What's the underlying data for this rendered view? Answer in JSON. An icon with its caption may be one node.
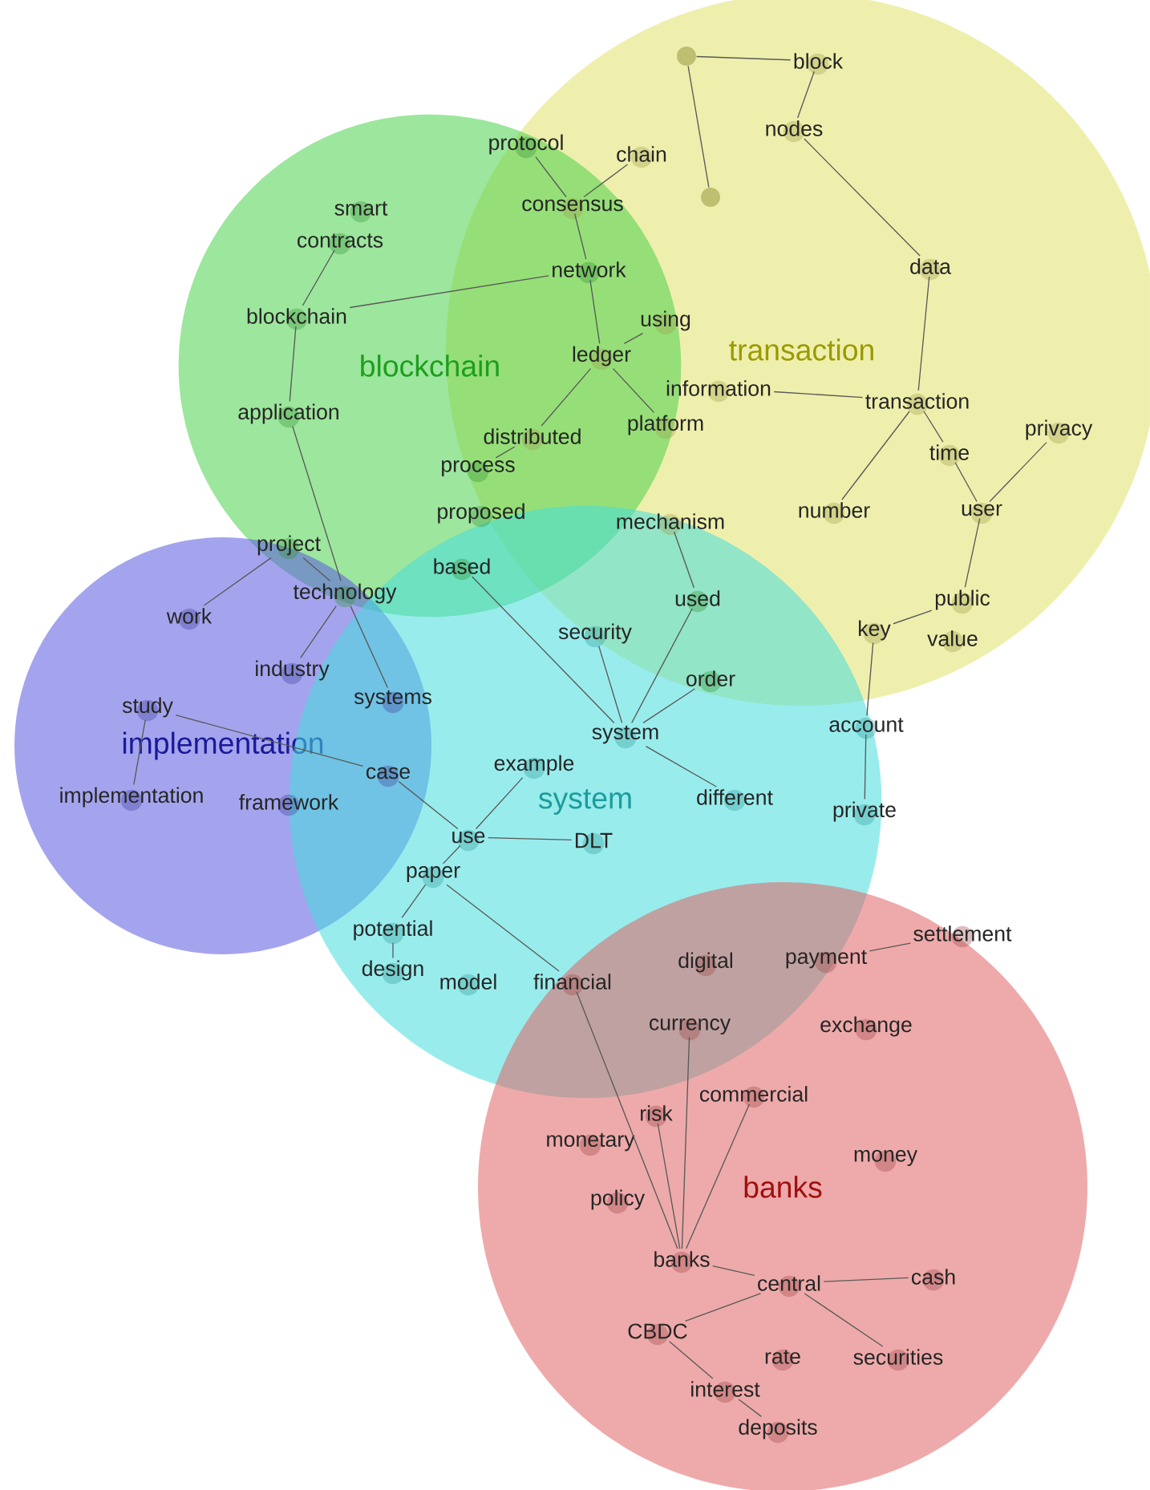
{
  "diagram": {
    "nodes": [
      {
        "text": [
          "blockchain"
        ]
      },
      {
        "text": [
          "transaction"
        ]
      },
      {
        "text": [
          "implementation"
        ]
      },
      {
        "text": [
          "system"
        ]
      },
      {
        "text": [
          "banks"
        ]
      },
      {
        "text": [
          "protocol"
        ]
      },
      {
        "text": [
          "smart"
        ],
        "in": 0
      },
      {
        "text": [
          "contracts"
        ],
        "in": 0
      },
      {
        "text": [
          "network"
        ]
      },
      {
        "text": [
          "blockchain"
        ],
        "in": 0
      },
      {
        "text": [
          "application"
        ],
        "in": 0
      },
      {
        "text": [
          "process"
        ]
      },
      {
        "text": [
          "proposed"
        ],
        "in": 0
      },
      {
        "text": [
          "project"
        ],
        "in": 0
      },
      {
        "text": [
          "technology"
        ]
      },
      {
        "text": [
          "based"
        ]
      },
      {
        "text": [
          "used"
        ]
      },
      {
        "text": [
          "order"
        ]
      },
      {
        "text": [],
        "shape": "circle",
        "in": 1
      },
      {
        "text": [
          "block"
        ],
        "in": 1
      },
      {
        "text": [
          "nodes"
        ],
        "in": 1
      },
      {
        "text": [
          "chain"
        ],
        "in": 1
      },
      {
        "text": [],
        "shape": "circle",
        "in": 1
      },
      {
        "text": [
          "consensus"
        ]
      },
      {
        "text": [
          "data"
        ],
        "in": 1
      },
      {
        "text": [
          "using"
        ],
        "in": 1
      },
      {
        "text": [
          "ledger"
        ]
      },
      {
        "text": [
          "information"
        ],
        "in": 1
      },
      {
        "text": [
          "transaction"
        ],
        "in": 1
      },
      {
        "text": [
          "platform"
        ],
        "in": 1
      },
      {
        "text": [
          "distributed"
        ]
      },
      {
        "text": [
          "time"
        ],
        "in": 1
      },
      {
        "text": [
          "privacy"
        ],
        "in": 1
      },
      {
        "text": [
          "number"
        ],
        "in": 1
      },
      {
        "text": [
          "user"
        ],
        "in": 1
      },
      {
        "text": [
          "mechanism"
        ]
      },
      {
        "text": [
          "public"
        ],
        "in": 1
      },
      {
        "text": [
          "key"
        ],
        "in": 1
      },
      {
        "text": [
          "value"
        ],
        "in": 1
      },
      {
        "text": [
          "work"
        ],
        "in": 2
      },
      {
        "text": [
          "industry"
        ],
        "in": 2
      },
      {
        "text": [
          "study"
        ],
        "in": 2
      },
      {
        "text": [
          "systems"
        ]
      },
      {
        "text": [
          "implementation"
        ],
        "in": 2
      },
      {
        "text": [
          "framework"
        ],
        "in": 2
      },
      {
        "text": [
          "case"
        ]
      },
      {
        "text": [
          "security"
        ]
      },
      {
        "text": [
          "system"
        ],
        "in": 3
      },
      {
        "text": [
          "example"
        ],
        "in": 3
      },
      {
        "text": [
          "different"
        ],
        "in": 3
      },
      {
        "text": [
          "account"
        ]
      },
      {
        "text": [
          "private"
        ]
      },
      {
        "text": [
          "use"
        ],
        "in": 3
      },
      {
        "text": [
          "DLT"
        ],
        "in": 3
      },
      {
        "text": [
          "paper"
        ],
        "in": 3
      },
      {
        "text": [
          "potential"
        ],
        "in": 3
      },
      {
        "text": [
          "design"
        ],
        "in": 3
      },
      {
        "text": [
          "model"
        ],
        "in": 3
      },
      {
        "text": [
          "financial"
        ]
      },
      {
        "text": [
          "digital"
        ]
      },
      {
        "text": [
          "payment"
        ]
      },
      {
        "text": [
          "settlement"
        ]
      },
      {
        "text": [
          "currency"
        ]
      },
      {
        "text": [
          "exchange"
        ],
        "in": 4
      },
      {
        "text": [
          "risk"
        ],
        "in": 4
      },
      {
        "text": [
          "commercial"
        ],
        "in": 4
      },
      {
        "text": [
          "monetary"
        ],
        "in": 4
      },
      {
        "text": [
          "policy"
        ],
        "in": 4
      },
      {
        "text": [
          "banks"
        ],
        "in": 4
      },
      {
        "text": [
          "money"
        ],
        "in": 4
      },
      {
        "text": [
          "central"
        ],
        "in": 4
      },
      {
        "text": [
          "cash"
        ],
        "in": 4
      },
      {
        "text": [
          "CBDC"
        ],
        "in": 4
      },
      {
        "text": [
          "rate"
        ],
        "in": 4
      },
      {
        "text": [
          "securities"
        ],
        "in": 4
      },
      {
        "text": [
          "interest"
        ],
        "in": 4
      },
      {
        "text": [
          "deposits"
        ],
        "in": 4
      }
    ],
    "edges": [
      {
        "from": 18,
        "to": 19,
        "arrow": "none"
      },
      {
        "from": 18,
        "to": 22,
        "arrow": "none"
      },
      {
        "from": 19,
        "to": 20,
        "arrow": "none"
      },
      {
        "from": 20,
        "to": 24,
        "arrow": "none"
      },
      {
        "from": 24,
        "to": 28,
        "arrow": "none"
      },
      {
        "from": 28,
        "to": 27,
        "arrow": "none"
      },
      {
        "from": 28,
        "to": 33,
        "arrow": "none"
      },
      {
        "from": 28,
        "to": 31,
        "arrow": "none"
      },
      {
        "from": 31,
        "to": 34,
        "arrow": "none"
      },
      {
        "from": 34,
        "to": 32,
        "arrow": "none"
      },
      {
        "from": 34,
        "to": 36,
        "arrow": "none"
      },
      {
        "from": 36,
        "to": 37,
        "arrow": "none"
      },
      {
        "from": 37,
        "to": 50,
        "arrow": "none"
      },
      {
        "from": 50,
        "to": 51,
        "arrow": "none"
      },
      {
        "from": 21,
        "to": 23,
        "arrow": "none"
      },
      {
        "from": 5,
        "to": 23,
        "arrow": "none"
      },
      {
        "from": 23,
        "to": 8,
        "arrow": "none"
      },
      {
        "from": 8,
        "to": 26,
        "arrow": "none"
      },
      {
        "from": 8,
        "to": 9,
        "arrow": "none"
      },
      {
        "from": 26,
        "to": 29,
        "arrow": "none"
      },
      {
        "from": 26,
        "to": 30,
        "arrow": "none"
      },
      {
        "from": 26,
        "to": 25,
        "arrow": "none"
      },
      {
        "from": 30,
        "to": 11,
        "arrow": "none"
      },
      {
        "from": 7,
        "to": 9,
        "arrow": "none"
      },
      {
        "from": 9,
        "to": 10,
        "arrow": "none"
      },
      {
        "from": 10,
        "to": 14,
        "arrow": "none"
      },
      {
        "from": 14,
        "to": 13,
        "arrow": "none"
      },
      {
        "from": 13,
        "to": 39,
        "arrow": "none"
      },
      {
        "from": 14,
        "to": 40,
        "arrow": "none"
      },
      {
        "from": 14,
        "to": 42,
        "arrow": "none"
      },
      {
        "from": 41,
        "to": 43,
        "arrow": "none"
      },
      {
        "from": 41,
        "to": 45,
        "arrow": "none"
      },
      {
        "from": 45,
        "to": 52,
        "arrow": "none"
      },
      {
        "from": 52,
        "to": 54,
        "arrow": "none"
      },
      {
        "from": 52,
        "to": 53,
        "arrow": "none"
      },
      {
        "from": 52,
        "to": 48,
        "arrow": "none"
      },
      {
        "from": 54,
        "to": 55,
        "arrow": "none"
      },
      {
        "from": 55,
        "to": 56,
        "arrow": "none"
      },
      {
        "from": 54,
        "to": 58,
        "arrow": "none"
      },
      {
        "from": 35,
        "to": 16,
        "arrow": "none"
      },
      {
        "from": 16,
        "to": 47,
        "arrow": "none"
      },
      {
        "from": 46,
        "to": 47,
        "arrow": "none"
      },
      {
        "from": 17,
        "to": 47,
        "arrow": "none"
      },
      {
        "from": 47,
        "to": 49,
        "arrow": "none"
      },
      {
        "from": 15,
        "to": 47,
        "arrow": "none"
      },
      {
        "from": 58,
        "to": 68,
        "arrow": "none"
      },
      {
        "from": 62,
        "to": 68,
        "arrow": "none"
      },
      {
        "from": 60,
        "to": 61,
        "arrow": "none"
      },
      {
        "from": 68,
        "to": 65,
        "arrow": "none"
      },
      {
        "from": 68,
        "to": 64,
        "arrow": "none"
      },
      {
        "from": 68,
        "to": 70,
        "arrow": "none"
      },
      {
        "from": 70,
        "to": 71,
        "arrow": "none"
      },
      {
        "from": 70,
        "to": 72,
        "arrow": "none"
      },
      {
        "from": 70,
        "to": 74,
        "arrow": "none"
      },
      {
        "from": 72,
        "to": 75,
        "arrow": "none"
      },
      {
        "from": 75,
        "to": 76,
        "arrow": "none"
      }
    ]
  }
}
